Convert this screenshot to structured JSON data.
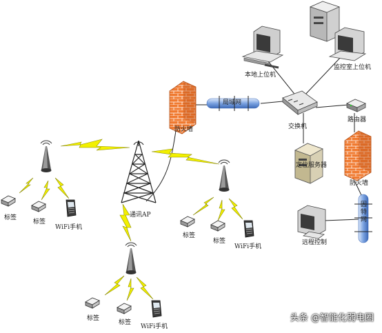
{
  "colors": {
    "lightning": "#f2f000",
    "lightning_stroke": "#8a8a00",
    "firewall": "#f07a30",
    "pipe": "#7aa2e0",
    "line": "#222222"
  },
  "labels": {
    "local_host": "本地上位机",
    "monitor_host": "监控室上位机",
    "lan": "局域网",
    "switch": "交换机",
    "router": "路由器",
    "firewall_left": "防火墙",
    "firewall_right": "防火墙",
    "server": "定位服务器",
    "internet": "因特网",
    "remote": "远程控制",
    "ap": "通讯AP",
    "tag": "标签",
    "wifi_phone": "WiFi手机"
  },
  "watermark": "头条 @智能化弱电圈"
}
